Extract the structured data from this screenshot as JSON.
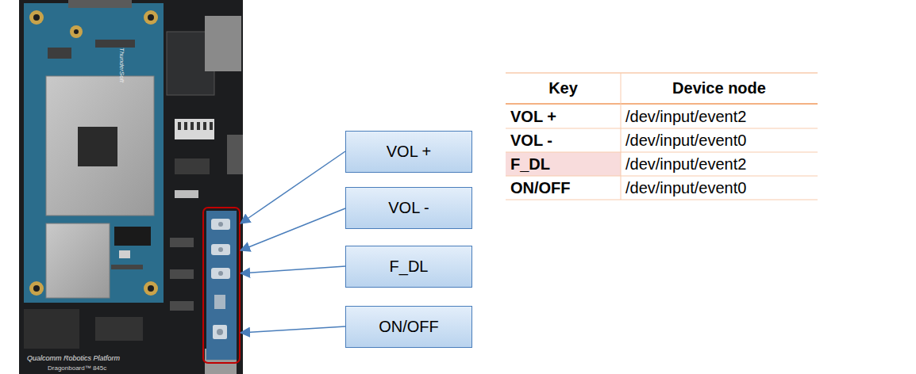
{
  "diagram": {
    "nodes": [
      {
        "text": [
          "VOL +"
        ]
      },
      {
        "text": [
          "VOL -"
        ]
      },
      {
        "text": [
          "F_DL"
        ]
      },
      {
        "text": [
          "ON/OFF"
        ]
      }
    ],
    "labels": [
      "Key",
      "Device node",
      "VOL +",
      "/dev/input/event2",
      "VOL -",
      "/dev/input/event0",
      "F_DL",
      "/dev/input/event2",
      "ON/OFF",
      "/dev/input/event0",
      "ThunderSoft",
      "Qualcomm Robotics Platform",
      "Dragonboard™ 845c"
    ]
  }
}
